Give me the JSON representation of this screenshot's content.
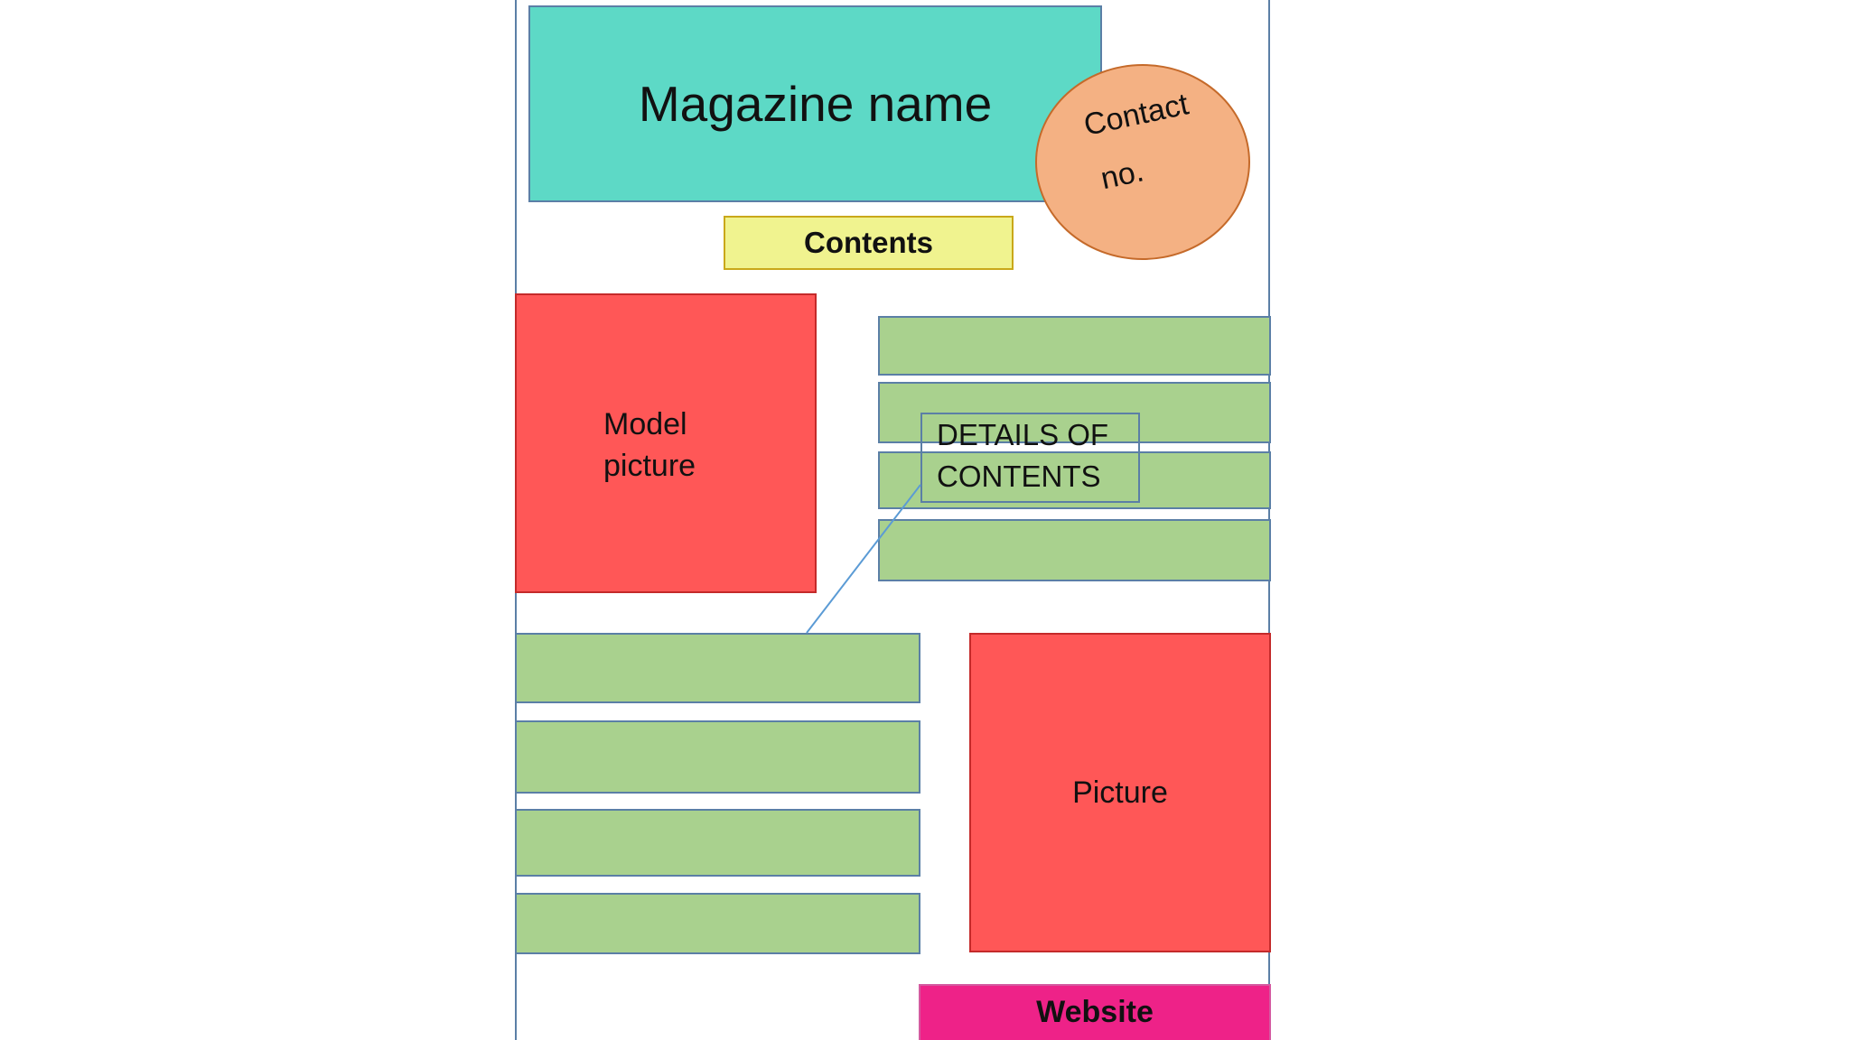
{
  "colors": {
    "frame": "#5b7fa6",
    "teal": "#5dd9c6",
    "orange": "#f4b183",
    "yellow": "#f0f38f",
    "red": "#ff5757",
    "green": "#a9d18e",
    "magenta": "#ee2288"
  },
  "blocks": {
    "magazine_name": "Magazine name",
    "contact": [
      "Contact",
      "no."
    ],
    "contents": "Contents",
    "model_picture": [
      "Model",
      "picture"
    ],
    "details": [
      "DETAILS OF",
      "CONTENTS"
    ],
    "picture": "Picture",
    "website": "Website"
  },
  "bars": {
    "right_column_count": 4,
    "left_column_count": 4
  }
}
